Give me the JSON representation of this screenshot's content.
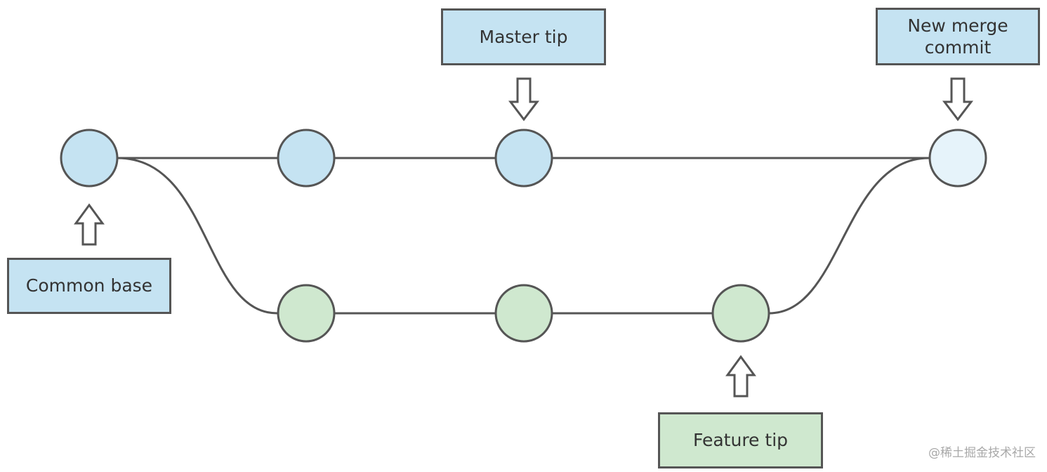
{
  "labels": {
    "master_tip": "Master tip",
    "merge_commit": "New merge\ncommit",
    "common_base": "Common base",
    "feature_tip": "Feature tip"
  },
  "watermark": "@稀土掘金技术社区",
  "colors": {
    "line": "#555555",
    "master_node": "#c5e3f2",
    "merge_node": "#e6f3fa",
    "feature_node": "#cfe8cf",
    "blue_box": "#c5e3f2",
    "green_box": "#cfe8cf"
  }
}
